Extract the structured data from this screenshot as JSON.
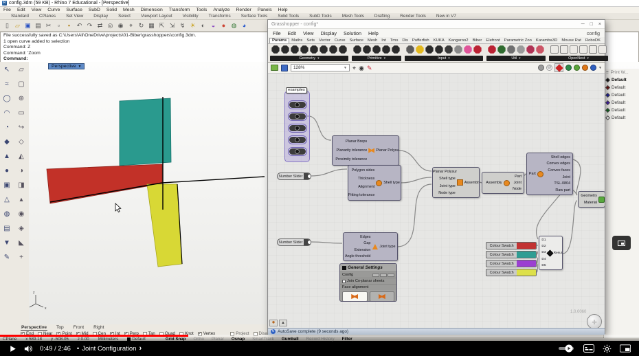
{
  "rhino": {
    "title": "config.3dm (59 KB) - Rhino 7 Educational - [Perspective]",
    "menu": [
      "File",
      "Edit",
      "View",
      "Curve",
      "Surface",
      "SubD",
      "Solid",
      "Mesh",
      "Dimension",
      "Transform",
      "Tools",
      "Analyze",
      "Render",
      "Panels",
      "Help"
    ],
    "toolbar_tabs": [
      "Standard",
      "CPlanes",
      "Set View",
      "Display",
      "Select",
      "Viewport Layout",
      "Visibility",
      "Transforms",
      "Surface Tools",
      "Solid Tools",
      "SubD Tools",
      "Mesh Tools",
      "Drafting",
      "Render Tools",
      "New in V7"
    ],
    "toolbar_icons": [
      {
        "name": "new-file-icon",
        "glyph": "▯",
        "color": "#555"
      },
      {
        "name": "open-file-icon",
        "glyph": "▱",
        "color": "#c79f2a"
      },
      {
        "name": "save-icon",
        "glyph": "▣",
        "color": "#2a52c2"
      },
      {
        "name": "print-icon",
        "glyph": "▤",
        "color": "#555"
      },
      {
        "name": "cut-icon",
        "glyph": "✂",
        "color": "#555"
      },
      {
        "name": "copy-icon",
        "glyph": "▫",
        "color": "#555"
      },
      {
        "name": "paste-icon",
        "glyph": "▪",
        "color": "#b58a2a"
      },
      {
        "name": "undo-icon",
        "glyph": "↶",
        "color": "#555"
      },
      {
        "name": "redo-icon",
        "glyph": "↷",
        "color": "#555"
      },
      {
        "name": "pan-icon",
        "glyph": "⇄",
        "color": "#555"
      },
      {
        "name": "zoom-icon",
        "glyph": "◎",
        "color": "#555"
      },
      {
        "name": "zoom-window-icon",
        "glyph": "◉",
        "color": "#555"
      },
      {
        "name": "zoom-extents-icon",
        "glyph": "⌖",
        "color": "#555"
      },
      {
        "name": "rotate-view-icon",
        "glyph": "↻",
        "color": "#555"
      },
      {
        "name": "grid-icon",
        "glyph": "▦",
        "color": "#555"
      },
      {
        "name": "move-icon",
        "glyph": "⇱",
        "color": "#555"
      },
      {
        "name": "scale-icon",
        "glyph": "⇲",
        "color": "#555"
      },
      {
        "name": "curve-tools-icon",
        "glyph": "↯",
        "color": "#555"
      },
      {
        "name": "lamp-icon",
        "glyph": "☀",
        "color": "#c8a018"
      },
      {
        "name": "lock-icon",
        "glyph": "◐",
        "color": "#555"
      },
      {
        "name": "material-icon",
        "glyph": "◒",
        "color": "#8a4ac2"
      },
      {
        "name": "color-wheel-icon",
        "glyph": "●",
        "color": "#cc4433"
      },
      {
        "name": "shaded-view-icon",
        "glyph": "◍",
        "color": "#3a7a3a"
      },
      {
        "name": "render-globe-icon",
        "glyph": "◕",
        "color": "#2255cc"
      }
    ],
    "sidebar_icons": [
      "↖",
      "▱",
      "≈",
      "▢",
      "◯",
      "⊕",
      "◠",
      "▭",
      "◔",
      "↪",
      "◆",
      "◇",
      "▲",
      "◭",
      "●",
      "◑",
      "▣",
      "◨",
      "△",
      "▴",
      "◍",
      "◉",
      "▤",
      "◈",
      "▼",
      "◣",
      "✎",
      "+"
    ],
    "command_lines": [
      "File successfully saved as C:\\Users\\Ali\\OneDrive\\projects\\01-Biber\\grasshoppers\\config.3dm.",
      "1 open curve added to selection",
      "Command: Z",
      "Command: 'Zoom"
    ],
    "command_prompt": "Command:",
    "viewport": {
      "label": "Perspective",
      "tabs": [
        "Perspective",
        "Top",
        "Front",
        "Right"
      ]
    },
    "osnap": [
      {
        "label": "End",
        "checked": true
      },
      {
        "label": "Near",
        "checked": false
      },
      {
        "label": "Point",
        "checked": true
      },
      {
        "label": "Mid",
        "checked": true
      },
      {
        "label": "Cen",
        "checked": false
      },
      {
        "label": "Int",
        "checked": true
      },
      {
        "label": "Perp",
        "checked": true
      },
      {
        "label": "Tan",
        "checked": false
      },
      {
        "label": "Quad",
        "checked": false
      },
      {
        "label": "Knot",
        "checked": false
      },
      {
        "label": "Vertex",
        "checked": true
      }
    ],
    "osnap_extra": [
      {
        "label": "Project",
        "checked": false
      },
      {
        "label": "Disable",
        "checked": false
      }
    ],
    "status_left": [
      "CPlane",
      "x 589.18",
      "y -508.05",
      "z 0.00",
      "Millimeters",
      "Default"
    ],
    "status_right": [
      {
        "label": "Grid Snap",
        "on": true
      },
      {
        "label": "Ortho",
        "on": false
      },
      {
        "label": "Planar",
        "on": false
      },
      {
        "label": "Osnap",
        "on": true
      },
      {
        "label": "SmartTrack",
        "on": false
      },
      {
        "label": "Gumball",
        "on": true
      },
      {
        "label": "Record History",
        "on": false
      },
      {
        "label": "Filter",
        "on": true
      }
    ],
    "viewport_colors": {
      "teal": "#2a9a8e",
      "red": "#c23128",
      "yellow": "#d8d835"
    }
  },
  "panel": {
    "header": "Print W...",
    "rows": [
      {
        "label": "Default",
        "color": "#111111"
      },
      {
        "label": "Default",
        "color": "#7a1010"
      },
      {
        "label": "Default",
        "color": "#1b1bb0"
      },
      {
        "label": "Default",
        "color": "#4a1bc0"
      },
      {
        "label": "Default",
        "color": "#0e6e1e"
      },
      {
        "label": "Default",
        "color": "#ffffff"
      }
    ]
  },
  "grasshopper": {
    "title": "Grasshopper - config*",
    "window_controls": [
      "─",
      "□",
      "×"
    ],
    "menu": [
      "File",
      "Edit",
      "View",
      "Display",
      "Solution",
      "Help"
    ],
    "config_badge": "config",
    "tabs": [
      "Params",
      "Maths",
      "Sets",
      "Vector",
      "Curve",
      "Surface",
      "Mesh",
      "Int",
      "Trns",
      "Dis",
      "Pufferfish",
      "KUKA",
      "Kangaroo2",
      "Biber",
      "Elefront",
      "Parametric Zoo",
      "Karamba3D",
      "Mouse Rat",
      "RoboDK"
    ],
    "palette_groups": [
      "Geometry",
      "Primitive",
      "Input",
      "Util",
      "OpenNest"
    ],
    "palette_icons": {
      "geometry": [
        "#2b2b2b",
        "#2b2b2b",
        "#2b2b2b",
        "#2b2b2b",
        "#2b2b2b",
        "#2b2b2b",
        "#2b2b2b",
        "#2b2b2b"
      ],
      "primitive": [
        "#2b2b2b",
        "#2b2b2b",
        "#2b2b2b",
        "#2b2b2b",
        "#2b2b2b"
      ],
      "input": [
        "#5a5a5a",
        "#e3b91f",
        "#2b2b2b",
        "#2b2b2b",
        "#3a3a3a",
        "#8a8a8a",
        "#e0559a",
        "#bb2233"
      ],
      "util": [
        "#bb2233",
        "#2f6b2f",
        "#707070",
        "#9a9a9a",
        "#b03355",
        "#cc5566"
      ],
      "opennest": [
        "#8a8a8a",
        "#777777",
        "#999999",
        "#888888",
        "#7a7a7a",
        "#909090"
      ]
    },
    "zoom_level": "128%",
    "statusbar": "AutoSave complete (9 seconds ago)",
    "version": "1.0.0060",
    "canvas": {
      "group_label": "examples",
      "slider_label": "Number Slider",
      "swatch_label": "Colour Swatch",
      "swatch_colors": [
        "#c23333",
        "#2f9d93",
        "#9b3fd1",
        "#dde04a"
      ],
      "comp_planar": {
        "inputs": [
          "Planar Breps",
          "Planarity tolerance",
          "Proximity tolerance"
        ],
        "output": "Planar Polysurface"
      },
      "comp_shell": {
        "inputs": [
          "Polygon sides",
          "Thickness",
          "Alignment",
          "Fitting tolerance"
        ],
        "output": "Shell type"
      },
      "comp_assembly": {
        "inputs": [
          "Planar Polysurface",
          "Shell type",
          "Joint type",
          "Node type"
        ],
        "output": "Assembly"
      },
      "comp_part": {
        "input": "Assembly",
        "outputs": [
          "Part",
          "Joint",
          "Node"
        ]
      },
      "comp_partinfo": {
        "input": "Part",
        "outputs": [
          "Shell edges",
          "Convex edges",
          "Convex faces",
          "Joint",
          "TSL-0804",
          "Raw part"
        ]
      },
      "comp_joint": {
        "inputs": [
          "Edges",
          "Gap",
          "Extension",
          "Angle threshold"
        ],
        "output": "Joint type"
      },
      "settings": {
        "title": "General Settings",
        "config_label": "Config",
        "checkbox": "Join Co-planar sheets",
        "face_label": "Face alignment"
      },
      "comp_result": {
        "inputs": [
          "D1",
          "D2",
          "D3",
          "D4",
          "D5"
        ],
        "output": "Result"
      },
      "comp_preview": {
        "inputs": [
          "Geometry",
          "Material"
        ]
      }
    }
  },
  "video": {
    "time": "0:49 / 2:46",
    "separator": "•",
    "chapter": "Joint Configuration",
    "chapter_arrow": "›",
    "progress_percent": 29.5,
    "accent_color": "#ff0000",
    "control_icons": [
      "play-icon",
      "volume-icon",
      "autoplay-toggle",
      "subtitles-icon",
      "settings-icon",
      "miniplayer-icon"
    ]
  }
}
